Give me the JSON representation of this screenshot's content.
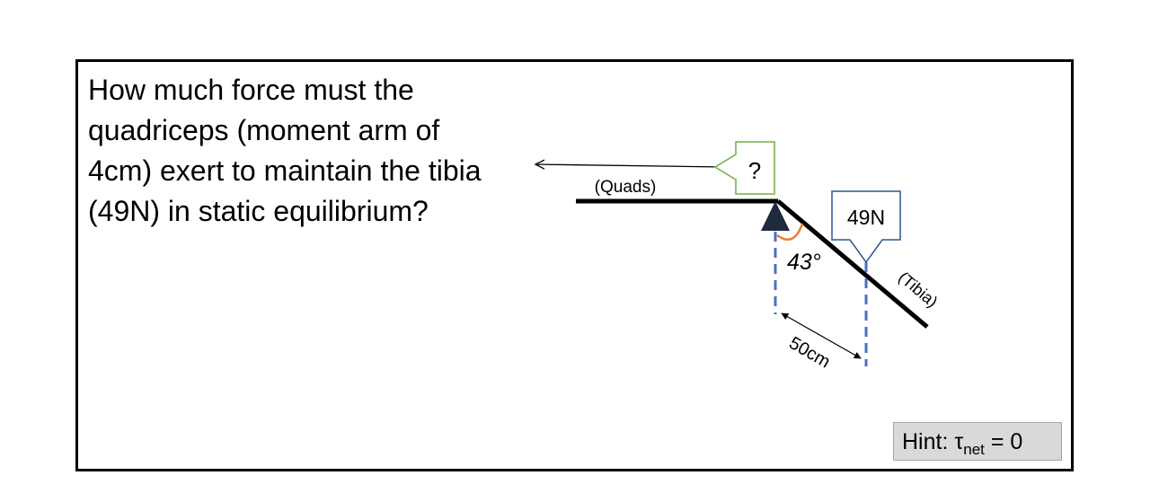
{
  "question": {
    "text": "How much force must the quadriceps (moment arm of 4cm) exert to maintain the tibia (49N) in static equilibrium?"
  },
  "diagram": {
    "quads_label": "(Quads)",
    "unknown_force_label": "?",
    "weight_force_label": "49N",
    "angle_label": "43°",
    "tibia_label": "(Tibia)",
    "distance_label": "50cm",
    "colors": {
      "quads_arrow": "#70ad47",
      "weight_arrow": "#2f5597",
      "dashed_line": "#4472c4",
      "angle_arc": "#ed7d31",
      "limb": "#000000"
    }
  },
  "hint": {
    "prefix": "Hint: τ",
    "subscript": "net",
    "suffix": " = 0"
  }
}
